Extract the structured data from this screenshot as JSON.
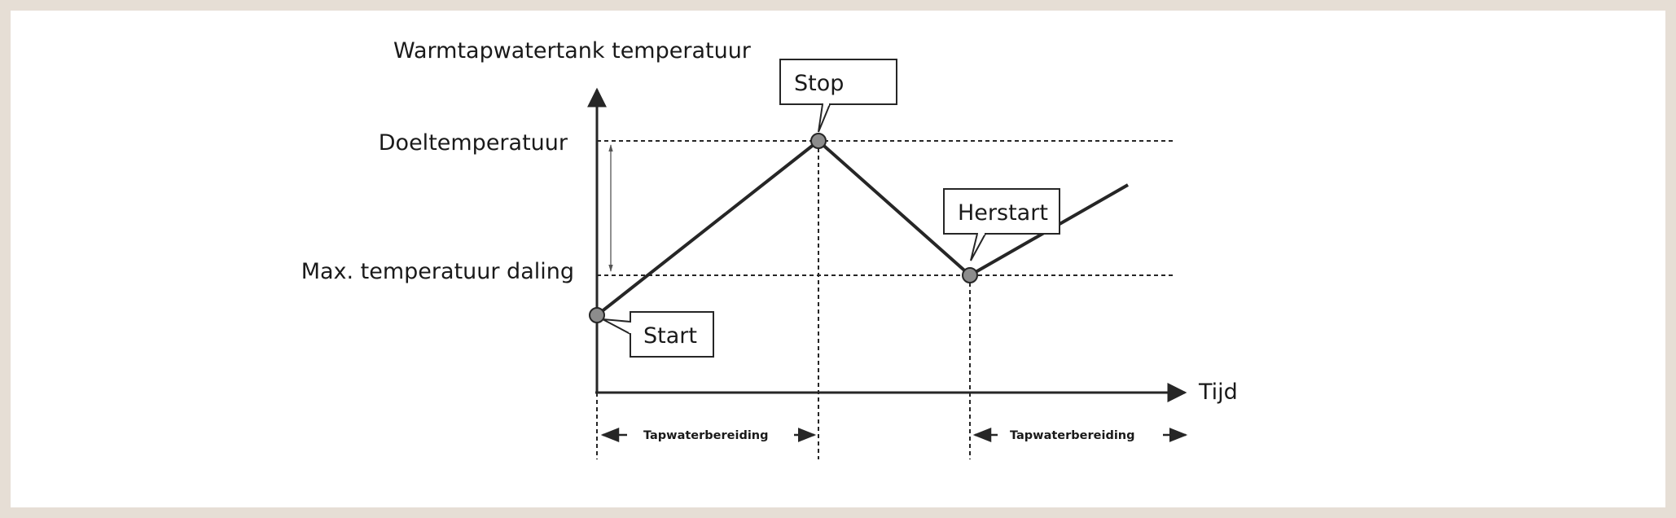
{
  "y_axis_title": "Warmtapwatertank temperatuur",
  "x_axis_label": "Tijd",
  "levels": {
    "target": "Doeltemperatuur",
    "max_drop": "Max. temperatuur daling"
  },
  "callouts": {
    "start": "Start",
    "stop": "Stop",
    "restart": "Herstart"
  },
  "phases": {
    "first": "Tapwaterbereiding",
    "second": "Tapwaterbereiding"
  },
  "colors": {
    "background_border": "#e6ded5",
    "line": "#262626",
    "point_fill": "#8c8c8c"
  }
}
